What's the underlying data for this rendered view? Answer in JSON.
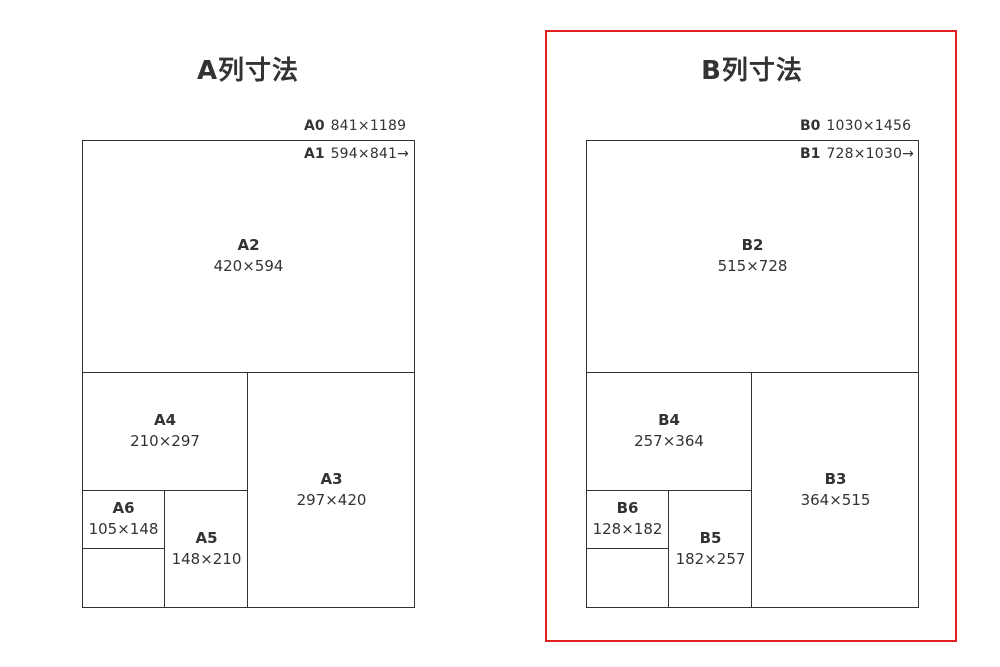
{
  "series_a": {
    "title": "A列寸法",
    "A0": {
      "code": "A0",
      "dims": "841×1189"
    },
    "A1": {
      "code": "A1",
      "dims": "594×841→"
    },
    "A2": {
      "code": "A2",
      "dims": "420×594"
    },
    "A3": {
      "code": "A3",
      "dims": "297×420"
    },
    "A4": {
      "code": "A4",
      "dims": "210×297"
    },
    "A5": {
      "code": "A5",
      "dims": "148×210"
    },
    "A6": {
      "code": "A6",
      "dims": "105×148"
    }
  },
  "series_b": {
    "title": "B列寸法",
    "B0": {
      "code": "B0",
      "dims": "1030×1456"
    },
    "B1": {
      "code": "B1",
      "dims": "728×1030→"
    },
    "B2": {
      "code": "B2",
      "dims": "515×728"
    },
    "B3": {
      "code": "B3",
      "dims": "364×515"
    },
    "B4": {
      "code": "B4",
      "dims": "257×364"
    },
    "B5": {
      "code": "B5",
      "dims": "182×257"
    },
    "B6": {
      "code": "B6",
      "dims": "128×182"
    }
  },
  "colors": {
    "line": "#333333",
    "highlight": "#e02020"
  }
}
